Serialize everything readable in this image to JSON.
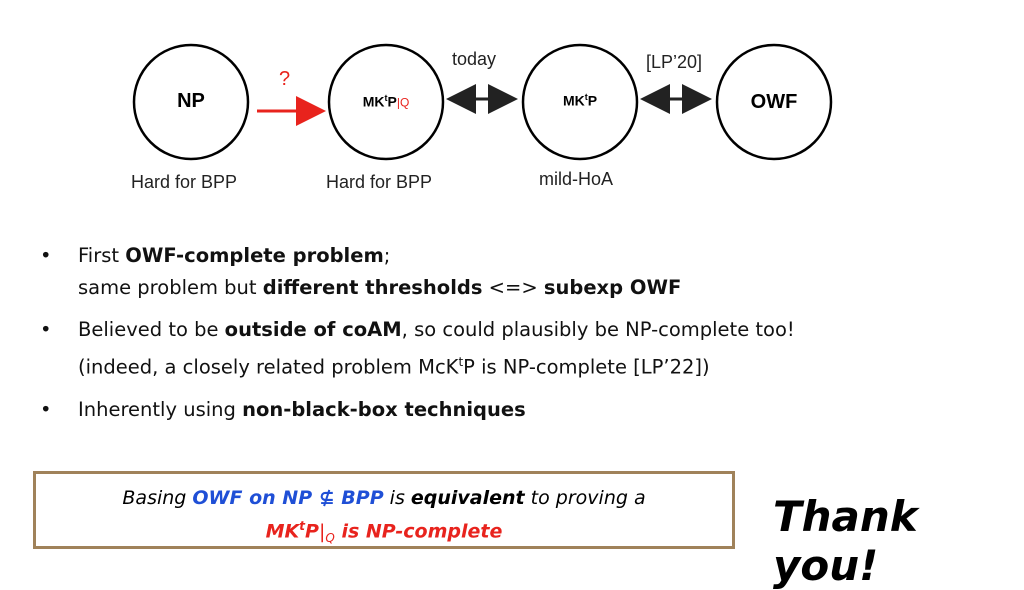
{
  "diagram": {
    "nodes": [
      {
        "id": "np",
        "label": "NP"
      },
      {
        "id": "mktp_q",
        "label_main": "MK",
        "label_sup": "t",
        "label_after": "P",
        "label_sub": "|Q"
      },
      {
        "id": "mktp",
        "label_main": "MK",
        "label_sup": "t",
        "label_after": "P"
      },
      {
        "id": "owf",
        "label": "OWF"
      }
    ],
    "question_mark": "?",
    "edge_labels": {
      "today": "today",
      "lp20": "[LP’20]"
    },
    "captions": {
      "np": "Hard for BPP",
      "mktp_q": "Hard for BPP",
      "mktp": "mild-HoA"
    }
  },
  "bullets": [
    {
      "line1": {
        "a": "First ",
        "b": "OWF-complete problem",
        "c": ";"
      },
      "line2": {
        "a": "same problem but ",
        "b": "different thresholds",
        "c": " <=> ",
        "d": "subexp OWF"
      }
    },
    {
      "line1": {
        "a": "Believed to be ",
        "b": "outside of coAM",
        "c": ", so could plausibly be NP-complete too!"
      },
      "line2": {
        "a": "(indeed, a closely related problem McK",
        "sup": "t",
        "b": "P is NP-complete [LP’22])"
      }
    },
    {
      "line1": {
        "a": "Inherently using ",
        "b": "non-black-box techniques"
      }
    }
  ],
  "bullet_symbol": "•",
  "box": {
    "l1_a": "Basing ",
    "l1_b": "OWF on NP",
    "l1_c": " ⊈ ",
    "l1_d": "BPP",
    "l1_e": " is ",
    "l1_f": "equivalent",
    "l1_g": " to proving a",
    "l2_a": "MK",
    "l2_sup": "t",
    "l2_b": "P",
    "l2_c": "|",
    "l2_sub": "Q",
    "l2_d": " is NP-complete"
  },
  "thanks": "Thank you!",
  "colors": {
    "red": "#e8231d",
    "blue": "#1f4fd6",
    "box_border": "#a0825a"
  }
}
